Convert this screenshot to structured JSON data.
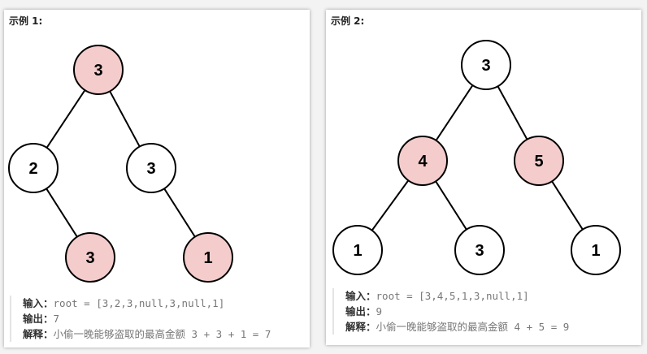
{
  "colors": {
    "highlight": "#f4cccc",
    "plain": "#ffffff",
    "stroke": "#000000"
  },
  "examples": [
    {
      "title": "示例 1:",
      "nodes": [
        {
          "value": "3",
          "robbed": true
        },
        {
          "value": "2",
          "robbed": false
        },
        {
          "value": "3",
          "robbed": false
        },
        {
          "value": "3",
          "robbed": true
        },
        {
          "value": "1",
          "robbed": true
        }
      ],
      "edges": [
        [
          0,
          1
        ],
        [
          0,
          2
        ],
        [
          1,
          3
        ],
        [
          2,
          4
        ]
      ],
      "input_label": "输入：",
      "input": "root = [3,2,3,null,3,null,1]",
      "output_label": "输出：",
      "output": "7",
      "explain_label": "解释：",
      "explain": "小偷一晚能够盗取的最高金额 3 + 3 + 1 = 7"
    },
    {
      "title": "示例 2:",
      "nodes": [
        {
          "value": "3",
          "robbed": false
        },
        {
          "value": "4",
          "robbed": true
        },
        {
          "value": "5",
          "robbed": true
        },
        {
          "value": "1",
          "robbed": false
        },
        {
          "value": "3",
          "robbed": false
        },
        {
          "value": "1",
          "robbed": false
        }
      ],
      "edges": [
        [
          0,
          1
        ],
        [
          0,
          2
        ],
        [
          1,
          3
        ],
        [
          1,
          4
        ],
        [
          2,
          5
        ]
      ],
      "input_label": "输入：",
      "input": "root = [3,4,5,1,3,null,1]",
      "output_label": "输出：",
      "output": "9",
      "explain_label": "解释：",
      "explain": "小偷一晚能够盗取的最高金额 4 + 5 = 9"
    }
  ]
}
